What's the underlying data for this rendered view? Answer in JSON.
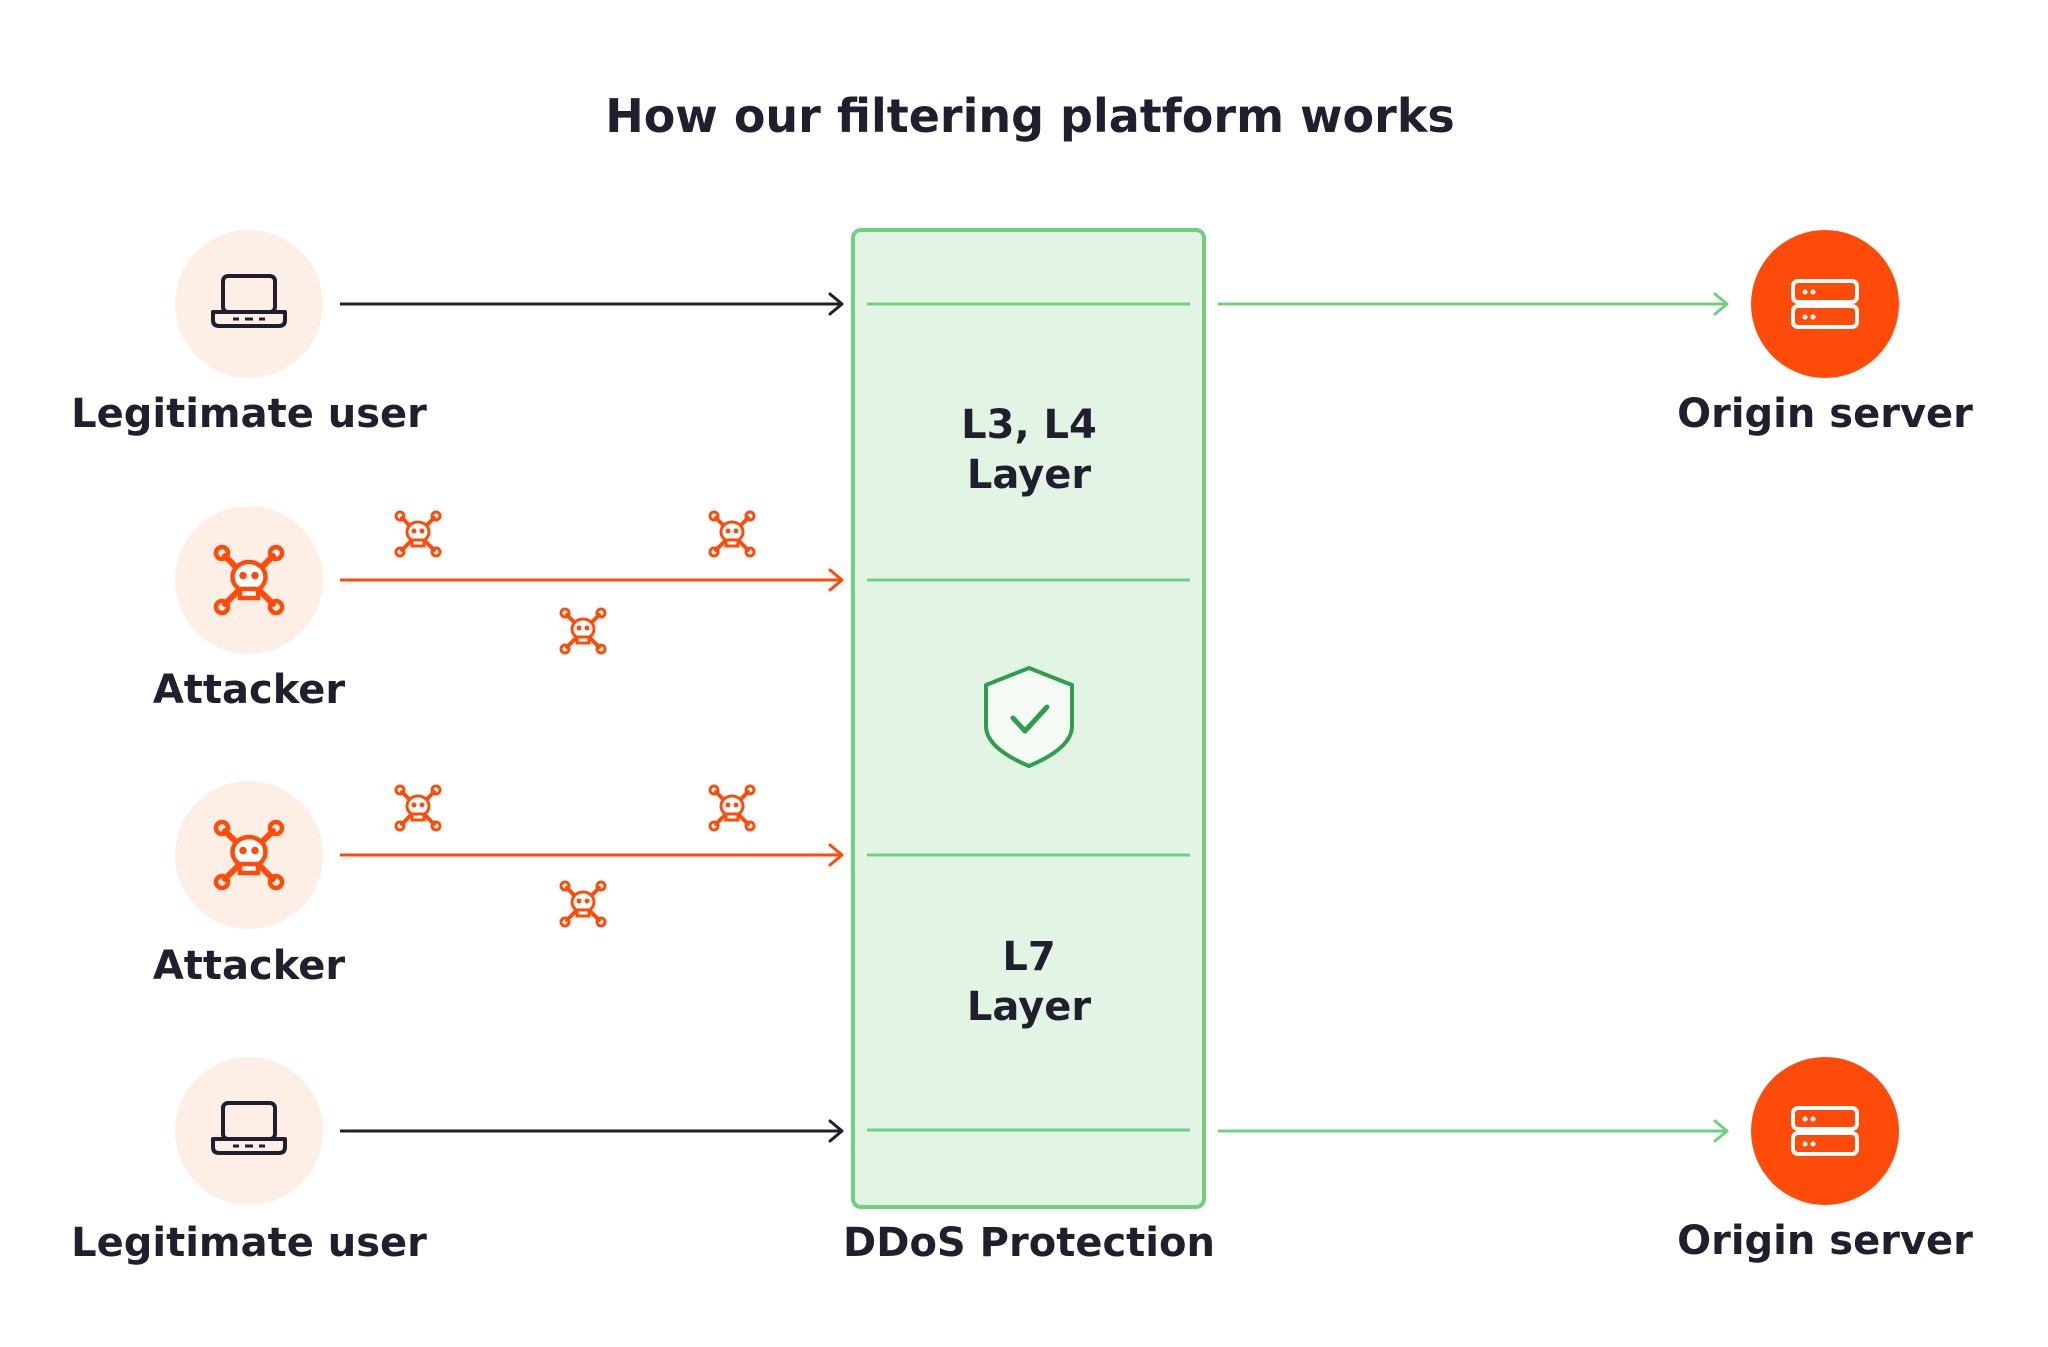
{
  "title": "How our filtering platform works",
  "clients": [
    {
      "label": "Legitimate user",
      "kind": "laptop"
    },
    {
      "label": "Attacker",
      "kind": "attacker"
    },
    {
      "label": "Attacker",
      "kind": "attacker"
    },
    {
      "label": "Legitimate user",
      "kind": "laptop"
    }
  ],
  "protection": {
    "label": "DDoS Protection",
    "layer_top": "L3, L4\nLayer",
    "layer_bottom": "L7\nLayer",
    "icon": "shield-check-icon"
  },
  "servers": [
    {
      "label": "Origin server",
      "icon": "server-icon"
    },
    {
      "label": "Origin server",
      "icon": "server-icon"
    }
  ],
  "colors": {
    "accent": "#ff4b0a",
    "accent_light": "#fdefe6",
    "green_line": "#6fd17f",
    "green_fill": "#e2f5e4",
    "shield": "#2e9e4c",
    "dark": "#1f1f2e"
  }
}
